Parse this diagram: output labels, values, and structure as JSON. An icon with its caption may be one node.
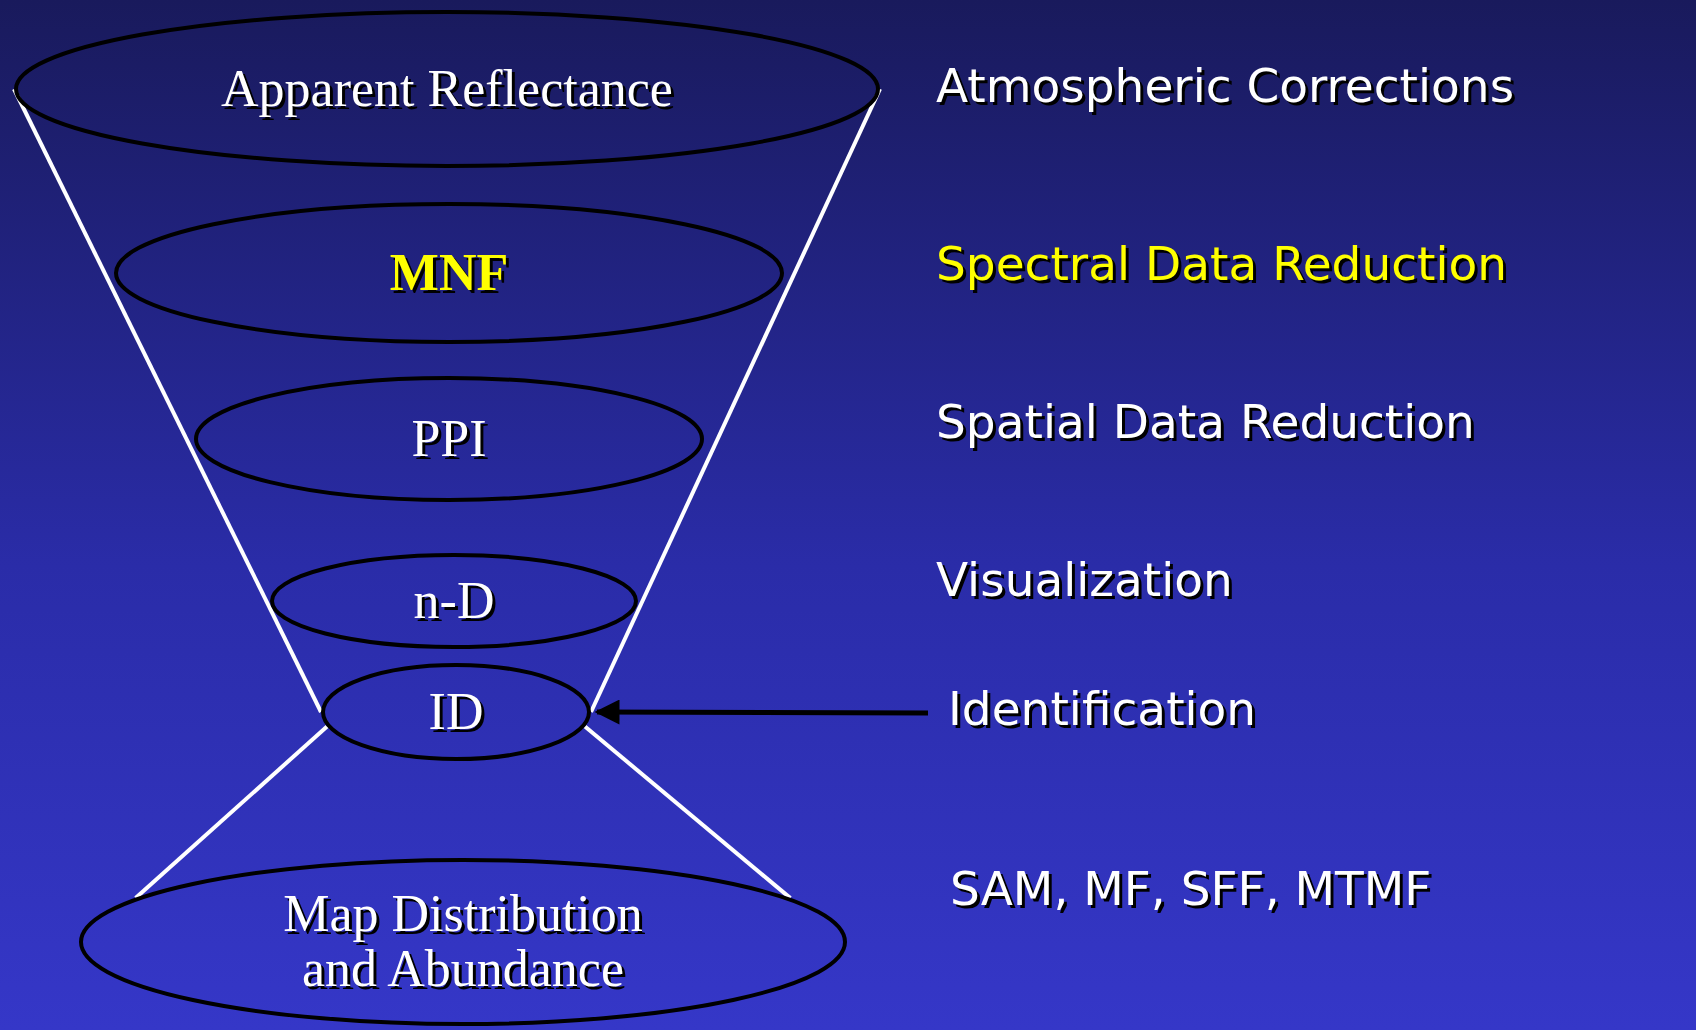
{
  "diagram": {
    "nodes": [
      {
        "text": [
          "Apparent Reflectance"
        ]
      },
      {
        "text": [
          "MNF"
        ]
      },
      {
        "text": [
          "PPI"
        ]
      },
      {
        "text": [
          "n-D"
        ]
      },
      {
        "text": [
          "ID"
        ]
      },
      {
        "text": [
          "Identification"
        ]
      },
      {
        "text": [
          "Map Distribution and Abundance"
        ]
      }
    ],
    "edges": [
      {
        "from": 0,
        "to": 4,
        "arrow": "none"
      },
      {
        "from": 0,
        "to": 4,
        "arrow": "none"
      },
      {
        "from": 4,
        "to": 6,
        "arrow": "none"
      },
      {
        "from": 4,
        "to": 6,
        "arrow": "none"
      },
      {
        "from": 5,
        "to": 4,
        "arrow": "to",
        "color": "#000000"
      }
    ],
    "labels": [
      "Atmospheric Corrections",
      "Spectral Data Reduction",
      "Spatial Data Reduction",
      "Visualization",
      "SAM, MF, SFF, MTMF"
    ]
  }
}
